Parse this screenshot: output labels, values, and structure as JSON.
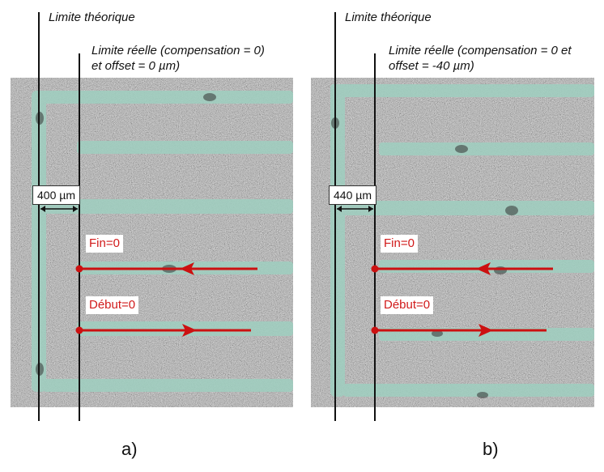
{
  "panel_a": {
    "limit_theory_label": "Limite théorique",
    "limit_real_line1": "Limite réelle (compensation = 0)",
    "limit_real_line2": "et offset = 0 µm)",
    "dimension": "400 µm",
    "end_label": "Fin=0",
    "start_label": "Début=0",
    "caption": "a)"
  },
  "panel_b": {
    "limit_theory_label": "Limite théorique",
    "limit_real_line1": "Limite réelle (compensation = 0 et",
    "limit_real_line2": "offset = -40 µm)",
    "dimension": "440 µm",
    "end_label": "Fin=0",
    "start_label": "Début=0",
    "caption": "b)"
  },
  "colors": {
    "arrow": "#cc1111",
    "track": "#9fcfc0",
    "line": "#111111"
  }
}
